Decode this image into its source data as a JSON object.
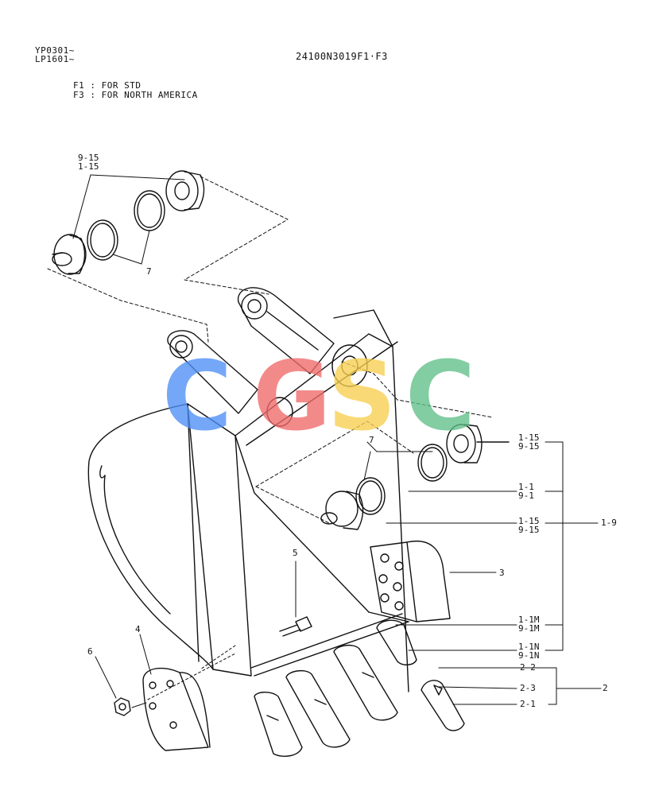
{
  "header": {
    "serial_a": "YP0301~",
    "serial_b": "LP1601~",
    "part_code": "24100N3019F1·F3",
    "note_f1": "F1 : FOR STD",
    "note_f3": "F3 : FOR NORTH AMERICA"
  },
  "watermark": {
    "letters": [
      "C",
      "G",
      "S",
      "C"
    ],
    "colors": [
      "#4f8ff7",
      "#f06a6a",
      "#f7cf4f",
      "#5fbf88"
    ]
  },
  "callouts": {
    "top_bushing": [
      "9-15",
      "1-15"
    ],
    "top_ring": "7",
    "mid_ring": "7",
    "right_1_15": [
      "1-15",
      "9-15"
    ],
    "right_1_1": [
      "1-1",
      "9-1"
    ],
    "right_lower": [
      "1-15",
      "9-15"
    ],
    "group_1_9": "1-9",
    "side_cutter": "3",
    "bolt": "5",
    "side_plate": "4",
    "nut": "6",
    "shroud": [
      "1-1M",
      "9-1M"
    ],
    "tooth_adapter": [
      "1-1N",
      "9-1N"
    ],
    "tooth_2_2": "2-2",
    "tooth_2_3": "2-3",
    "tooth_2_1": "2-1",
    "group_2": "2"
  }
}
